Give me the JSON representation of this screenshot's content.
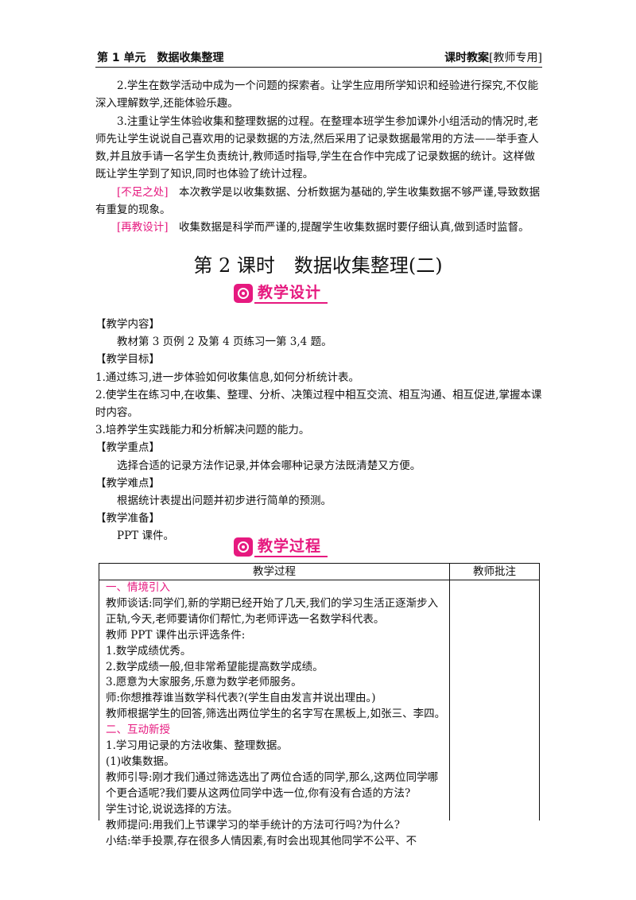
{
  "header": {
    "left": "第 1 单元　数据收集整理",
    "right_main": "课时教案",
    "right_sub": "[教师专用]"
  },
  "intro": {
    "p1": "2.学生在数学活动中成为一个问题的探索者。让学生应用所学知识和经验进行探究,不仅能深入理解数学,还能体验乐趣。",
    "p2": "3.注重让学生体验收集和整理数据的过程。在整理本班学生参加课外小组活动的情况时,老师先让学生说说自己喜欢用的记录数据的方法,然后采用了记录数据最常用的方法——举手查人数,并且放手请一名学生负责统计,教师适时指导,学生在合作中完成了记录数据的统计。这样做既让学生学到了知识,同时也体验了统计过程。",
    "shortcoming_tag": "[不足之处]",
    "shortcoming": "　本次教学是以收集数据、分析数据为基础的,学生收集数据不够严谨,导致数据有重复的现象。",
    "redesign_tag": "[再教设计]",
    "redesign": "　收集数据是科学而严谨的,提醒学生收集数据时要仔细认真,做到适时监督。"
  },
  "lesson_title": "第 2 课时　数据收集整理(二)",
  "badge_design": "教学设计",
  "design": {
    "content_h": "【教学内容】",
    "content": "教材第 3 页例 2 及第 4 页练习一第 3,4 题。",
    "goals_h": "【教学目标】",
    "goal1": "1.通过练习,进一步体验如何收集信息,如何分析统计表。",
    "goal2": "2.使学生在练习中,在收集、整理、分析、决策过程中相互交流、相互沟通、相互促进,掌握本课时内容。",
    "goal3": "3.培养学生实践能力和分析解决问题的能力。",
    "key_h": "【教学重点】",
    "key": "选择合适的记录方法作记录,并体会哪种记录方法既清楚又方便。",
    "diff_h": "【教学难点】",
    "diff": "根据统计表提出问题并初步进行简单的预测。",
    "prep_h": "【教学准备】",
    "prep": "PPT 课件。"
  },
  "badge_process": "教学过程",
  "table": {
    "col1": "教学过程",
    "col2": "教师批注",
    "s1": "一、情境引入",
    "l1": "教师谈话:同学们,新的学期已经开始了几天,我们的学习生活正逐渐步入正轨,今天,老师要请你们帮忙,为老师评选一名数学科代表。",
    "l2": "教师 PPT 课件出示评选条件:",
    "l3": "1.数学成绩优秀。",
    "l4": "2.数学成绩一般,但非常希望能提高数学成绩。",
    "l5": "3.愿意为大家服务,乐意为数学老师服务。",
    "l6": "师:你想推荐谁当数学科代表?(学生自由发言并说出理由。)",
    "l7": "教师根据学生的回答,筛选出两位学生的名字写在黑板上,如张三、李四。",
    "s2": "二、互动新授",
    "l8": "1.学习用记录的方法收集、整理数据。",
    "l9": "(1)收集数据。",
    "l10": "教师引导:刚才我们通过筛选选出了两位合适的同学,那么,这两位同学哪个更合适呢?我们要从这两位同学中选一位,你有没有合适的方法?",
    "l11": "学生讨论,说说选择的方法。",
    "l12": "教师提问:用我们上节课学习的举手统计的方法可行吗?为什么?",
    "l13": "小结:举手投票,存在很多人情因素,有时会出现其他同学不公平、不"
  },
  "colors": {
    "accent": "#e6197f"
  },
  "icons": [
    "swirl-icon"
  ]
}
